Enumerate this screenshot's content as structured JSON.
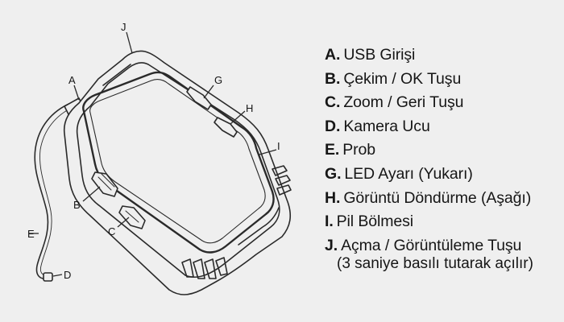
{
  "diagram": {
    "callouts": [
      "J",
      "A",
      "G",
      "H",
      "I",
      "B",
      "C",
      "E",
      "D"
    ]
  },
  "legend": {
    "items": [
      {
        "key": "A.",
        "text": "USB Girişi"
      },
      {
        "key": "B.",
        "text": "Çekim / OK Tuşu"
      },
      {
        "key": "C.",
        "text": "Zoom / Geri Tuşu"
      },
      {
        "key": "D.",
        "text": "Kamera Ucu"
      },
      {
        "key": "E.",
        "text": "Prob"
      },
      {
        "key": "G.",
        "text": "LED Ayarı (Yukarı)"
      },
      {
        "key": "H.",
        "text": "Görüntü Döndürme (Aşağı)"
      },
      {
        "key": "I.",
        "text": "Pil Bölmesi"
      },
      {
        "key": "J.",
        "text": "Açma / Görüntüleme Tuşu"
      }
    ],
    "note": "(3 saniye basılı tutarak açılır)"
  }
}
